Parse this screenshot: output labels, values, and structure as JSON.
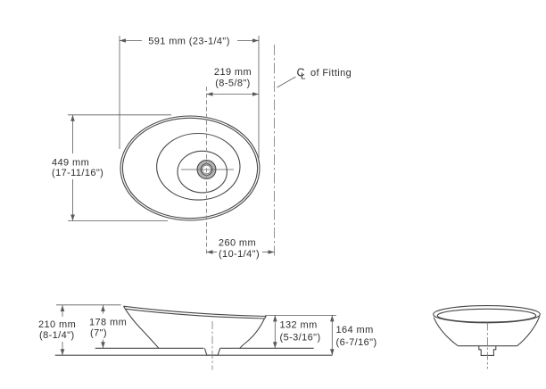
{
  "drawing_type": "vessel sink specification drawing",
  "colors": {
    "background": "#ffffff",
    "object_line": "#474747",
    "dimension_line": "#5a5a5a",
    "centerline": "#878787",
    "drain_ring_fill": "#b5b5b5",
    "text": "#2d2d2d"
  },
  "top_view": {
    "overall_width": "591 mm (23-1/4\")",
    "drain_offset_mm": "219 mm",
    "drain_offset_in": "(8-5/8\")",
    "overall_depth_mm": "449 mm",
    "overall_depth_in": "(17-11/16\")",
    "fitting_offset_mm": "260 mm",
    "fitting_offset_in": "(10-1/4\")",
    "fitting_symbol_c": "C",
    "fitting_symbol_l": "L",
    "fitting_label": "of Fitting"
  },
  "side_view": {
    "overall_height_mm": "210 mm",
    "overall_height_in": "(8-1/4\")",
    "rim_height_mm": "178 mm",
    "rim_height_in": "(7\")",
    "low_rim_to_counter_mm": "132 mm",
    "low_rim_to_counter_in": "(5-3/16\")",
    "low_rim_to_base_mm": "164 mm",
    "low_rim_to_base_in": "(6-7/16\")"
  }
}
